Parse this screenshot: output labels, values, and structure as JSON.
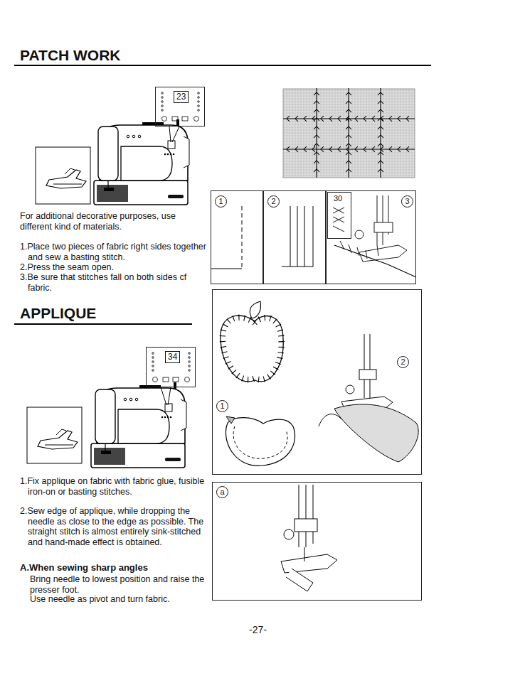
{
  "diagram": {
    "title": "PATCH WORK",
    "nodes": [
      {
        "text": [
          "23"
        ]
      },
      {
        "text": [
          "34"
        ]
      },
      {
        "text": [
          "1"
        ]
      },
      {
        "text": [
          "2"
        ]
      },
      {
        "text": [
          "3"
        ]
      },
      {
        "text": [
          "30"
        ],
        "in": 4
      },
      {
        "text": [
          "2",
          "1"
        ]
      },
      {
        "text": [
          "a"
        ]
      }
    ],
    "labels": [
      "For additional decorative purposes, use different kind of materials.",
      "1.Place two pieces of fabric right sides together and sew a basting stitch.",
      "2.Press the seam open.",
      "3.Be sure that stitches fall on both sides cf fabric.",
      "APPLIQUE",
      "1.Fix applique on fabric with fabric glue, fusible iron-on or basting stitches.",
      "2.Sew edge of applique, while dropping the needle as close to the edge as possible. The straight stitch is almost entirely sink-stitched and hand-made effect is obtained.",
      "A.When sewing sharp angles",
      "Bring needle to lowest position and raise the presser foot.",
      "Use needle as pivot and turn fabric.",
      "-27-"
    ]
  }
}
